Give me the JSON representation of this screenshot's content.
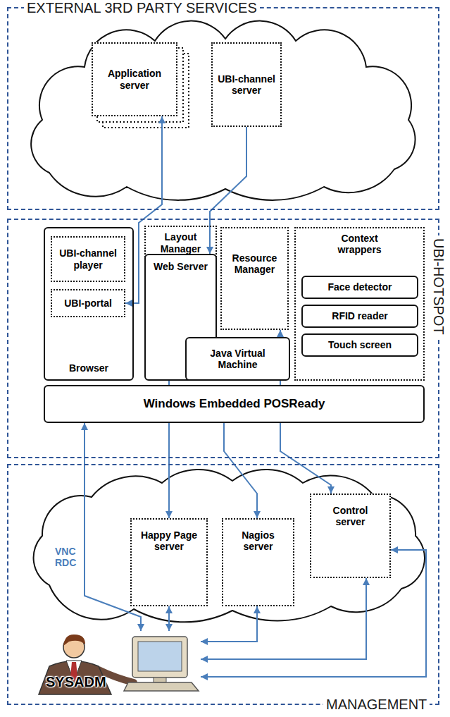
{
  "diagram": {
    "nodes": [
      {
        "text": [
          "EXTERNAL 3RD PARTY SERVICES"
        ]
      },
      {
        "text": [
          "Application server"
        ],
        "in": 0
      },
      {
        "text": [
          "UBI-channel server"
        ],
        "in": 0
      },
      {
        "text": [
          "UBI-HOTSPOT"
        ]
      },
      {
        "text": [
          "Browser"
        ],
        "in": 3
      },
      {
        "text": [
          "UBI-channel player"
        ],
        "in": 4
      },
      {
        "text": [
          "UBI-portal"
        ],
        "in": 4
      },
      {
        "text": [
          "Layout Manager"
        ],
        "in": 3
      },
      {
        "text": [
          "Web Server"
        ],
        "in": 3
      },
      {
        "text": [
          "Resource Manager"
        ],
        "in": 3
      },
      {
        "text": [
          "Java Virtual Machine"
        ],
        "in": 3
      },
      {
        "text": [
          "Context wrappers"
        ],
        "in": 3
      },
      {
        "text": [
          "Face detector"
        ],
        "in": 11
      },
      {
        "text": [
          "RFID reader"
        ],
        "in": 11
      },
      {
        "text": [
          "Touch screen"
        ],
        "in": 11
      },
      {
        "text": [
          "Windows Embedded POSReady"
        ],
        "in": 3
      },
      {
        "text": [
          "MANAGEMENT"
        ]
      },
      {
        "text": [
          "Happy Page server"
        ],
        "in": 16
      },
      {
        "text": [
          "Nagios server"
        ],
        "in": 16
      },
      {
        "text": [
          "Control server"
        ],
        "in": 16
      },
      {
        "text": [
          "SYSADM"
        ],
        "in": 16
      }
    ],
    "edges": [
      {
        "from": 1,
        "to": 6,
        "arrow": "both"
      },
      {
        "from": 2,
        "to": 8,
        "arrow": "to"
      },
      {
        "from": 8,
        "to": 17,
        "arrow": "to"
      },
      {
        "from": 15,
        "to": 18,
        "arrow": "to"
      },
      {
        "from": 9,
        "to": 19,
        "arrow": "both"
      },
      {
        "from": 15,
        "to": 20,
        "label": "VNC RDC",
        "arrow": "both"
      },
      {
        "from": 17,
        "to": 20,
        "arrow": "both"
      },
      {
        "from": 18,
        "to": 20,
        "arrow": "both"
      },
      {
        "from": 19,
        "to": 20,
        "arrow": "both"
      },
      {
        "from": 19,
        "to": 20,
        "arrow": "both"
      }
    ]
  }
}
